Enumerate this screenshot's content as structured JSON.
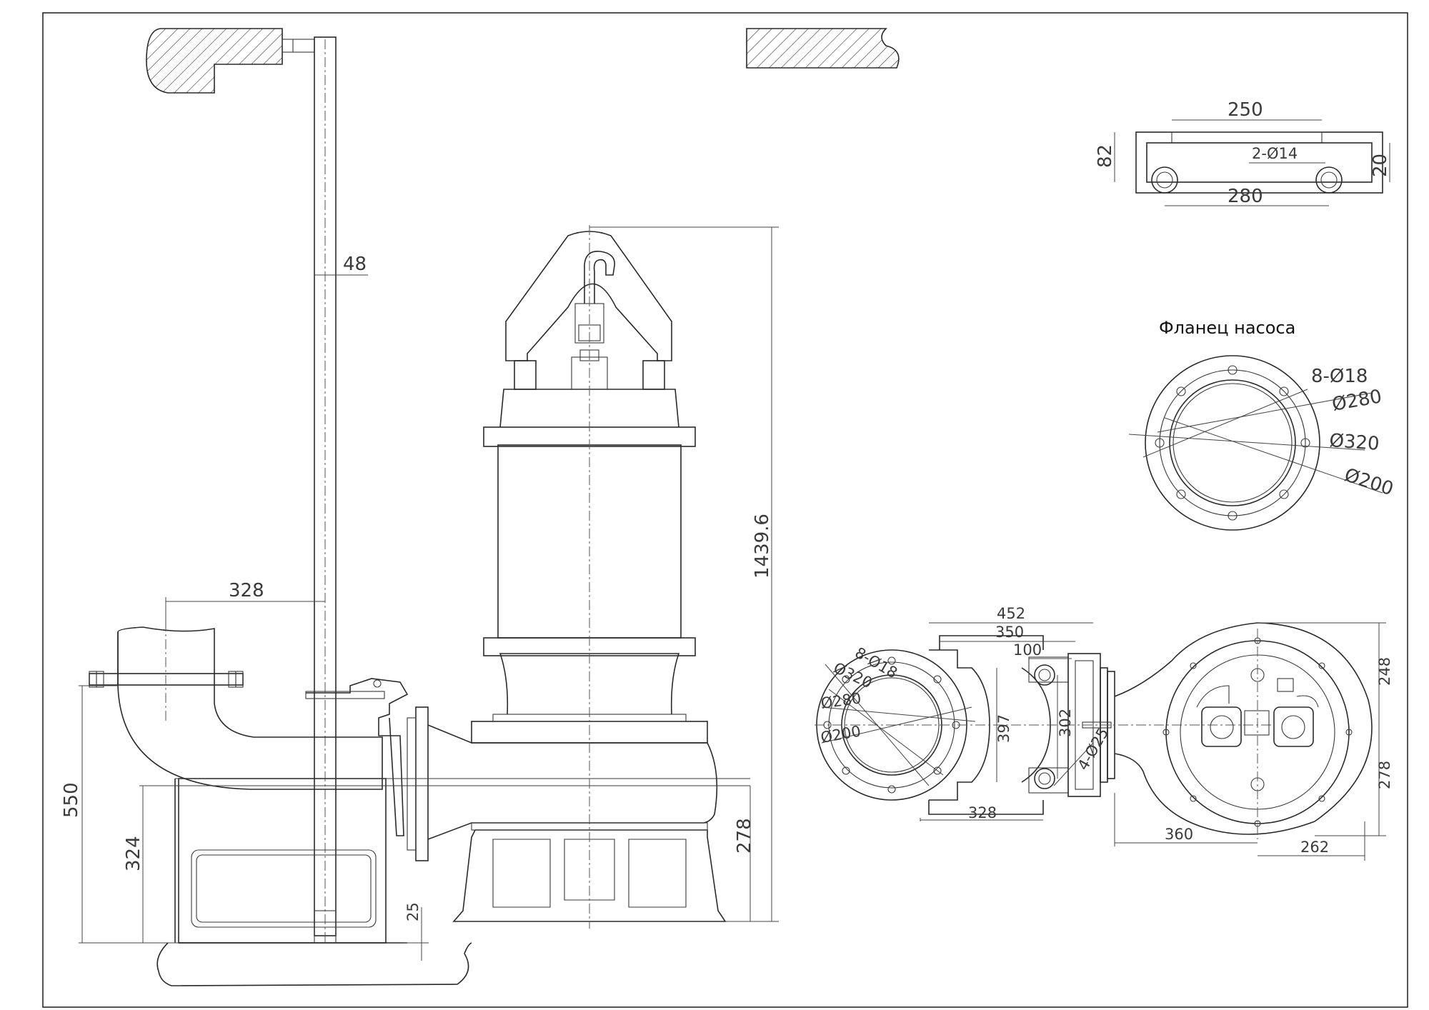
{
  "drawing": {
    "flange_title": "Фланец насоса"
  },
  "dimensions": {
    "side_view": {
      "rail_offset": "48",
      "outlet_to_rail": "328",
      "total_height": "1439.6",
      "outlet_height": "550",
      "base_height": "324",
      "base_plate": "25",
      "pump_axis_height": "278"
    },
    "bracket": {
      "width_top": "250",
      "width_bottom": "280",
      "height": "82",
      "thickness": "20",
      "holes": "2-Ø14"
    },
    "flange": {
      "bolts": "8-Ø18",
      "d280": "Ø280",
      "d320": "Ø320",
      "d200": "Ø200"
    },
    "plan_view": {
      "overall_width": "452",
      "flange_width": "350",
      "hole_spacing": "100",
      "height_397": "397",
      "height_302": "302",
      "base_holes": "4-Ø25",
      "bottom_328": "328",
      "bolts": "8-Ø18",
      "d320": "Ø320",
      "d280": "Ø280",
      "d200": "Ø200"
    },
    "pump_plan": {
      "top_248": "248",
      "bottom_278": "278",
      "left_360": "360",
      "right_262": "262"
    }
  }
}
